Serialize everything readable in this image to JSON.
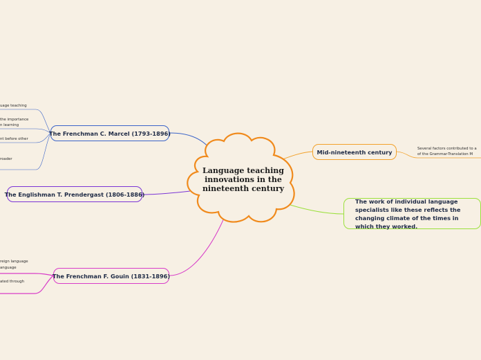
{
  "center": {
    "label": "Language teaching innovations in the nineteenth century"
  },
  "branches": {
    "marcel": {
      "label": "The Frenchman C. Marcel (1793-1896)",
      "leaves": [
        "uage teaching",
        "the importance",
        "n learning",
        "nt before other",
        "roader"
      ]
    },
    "prendergast": {
      "label": "The Englishman T. Prendergast (1806-1886)"
    },
    "gouin": {
      "label": "The Frenchman F. Gouin (1831-1896)",
      "leaves": [
        "reign language",
        "anguage",
        "ated through"
      ]
    },
    "mid": {
      "label": "Mid-nineteenth century",
      "leaves": [
        "Several factors contributed to a",
        "of the Grammar-Translation M"
      ]
    },
    "work": {
      "label": "The work of individual language specialists like these reflects the changing climate of the times in which they worked."
    }
  },
  "colors": {
    "background": "#f7f0e4",
    "center_border": "#f08a1c",
    "marcel": "#3b64c8",
    "prendergast": "#7a34d6",
    "gouin": "#d83cc8",
    "mid": "#f2a12a",
    "work": "#9be03c"
  }
}
